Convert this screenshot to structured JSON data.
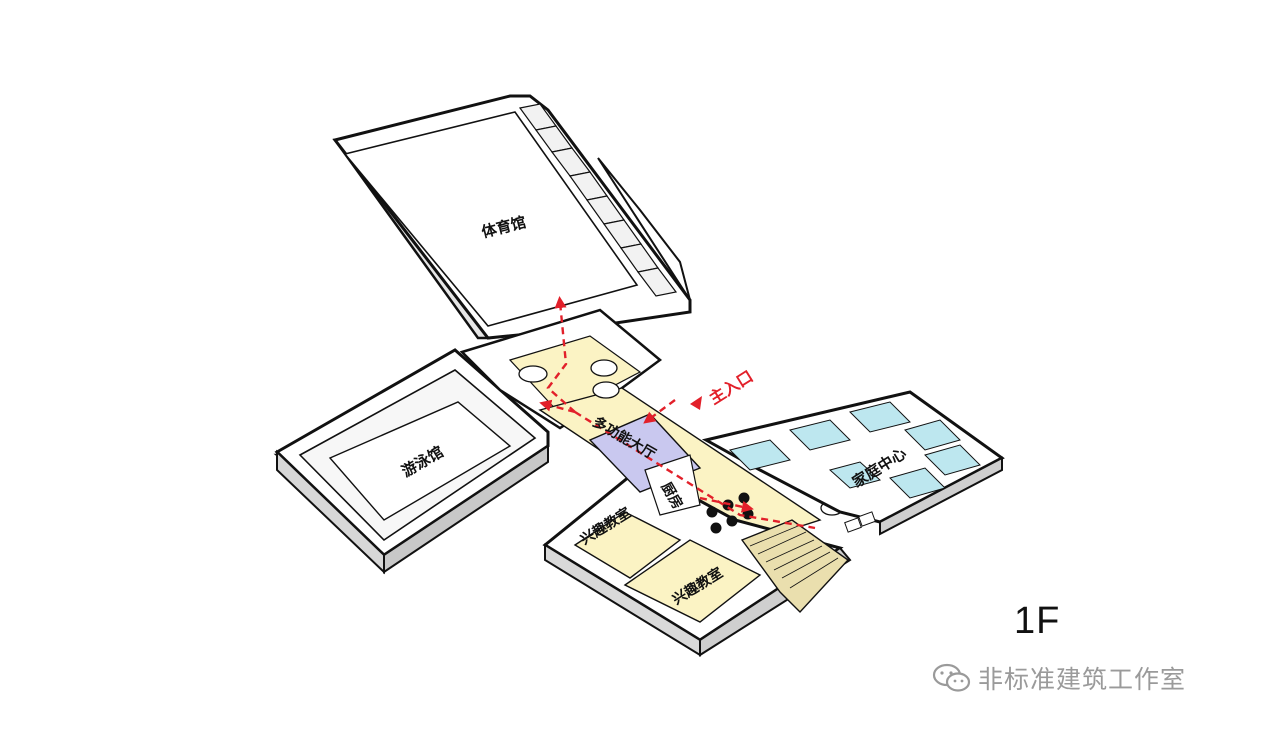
{
  "diagram": {
    "floor_label": "1F",
    "entrance_label": "主入口",
    "rooms": {
      "gymnasium": "体育馆",
      "swimming_hall": "游泳馆",
      "multi_function": "多功能大厅",
      "kitchen": "厨房",
      "family_center": "家庭中心",
      "interest_classroom_1": "兴趣教室",
      "interest_classroom_2": "兴趣教室"
    },
    "colors": {
      "circulation_path": "#e2202a",
      "corridor_floor": "#fbf3c4",
      "pool_water": "#bde7ef",
      "stage_floor": "#c9c8ef",
      "stairs": "#eadfae",
      "outline": "#111111"
    }
  },
  "watermark": {
    "text": "非标准建筑工作室",
    "icon": "wechat-icon"
  }
}
